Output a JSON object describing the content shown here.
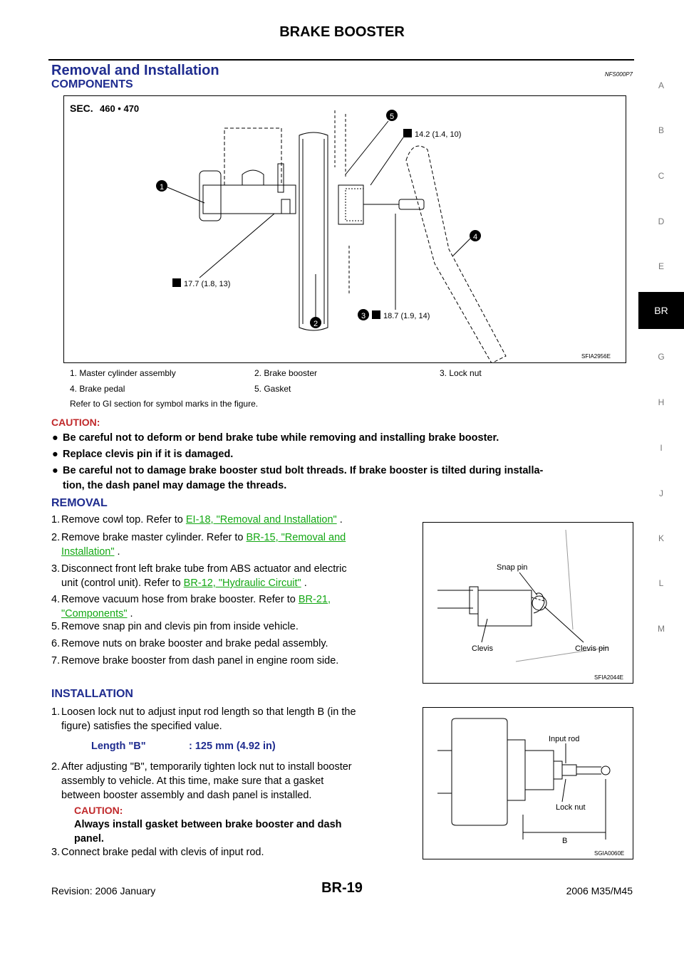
{
  "header": {
    "title": "BRAKE BOOSTER"
  },
  "section": {
    "title": "Removal and Installation",
    "code": "NFS000P7",
    "subtitle": "COMPONENTS"
  },
  "figure1": {
    "sec": "SEC.",
    "sec_num": "460 • 470",
    "code": "SFIA2956E",
    "callouts": [
      "1",
      "2",
      "3",
      "4",
      "5"
    ],
    "torque1": "14.2 (1.4, 10)",
    "torque2": "17.7 (1.8, 13)",
    "torque3": "18.7 (1.9, 14)"
  },
  "legend": {
    "item1": "1.   Master cylinder assembly",
    "item2": "2.   Brake booster",
    "item3": "3.   Lock nut",
    "item4": "4.   Brake pedal",
    "item5": "5.   Gasket",
    "note": "Refer to GI section for symbol marks in the figure."
  },
  "caution": {
    "label": "CAUTION:",
    "b1": "Be careful not to deform or bend brake tube while removing and installing brake booster.",
    "b2": "Replace clevis pin if it is damaged.",
    "b3a": "Be careful not to damage brake booster stud bolt threads. If brake booster is tilted during installa-",
    "b3b": "tion, the dash panel may damage the threads."
  },
  "removal": {
    "title": "REMOVAL",
    "s1_num": "1.",
    "s1": "Remove cowl top. Refer to ",
    "s1_link": "EI-18, \"Removal and Installation\"",
    "s1_end": " .",
    "s2_num": "2.",
    "s2": "Remove brake master cylinder. Refer to ",
    "s2_link": "BR-15, \"Removal and",
    "s2_link2": "Installation\"",
    "s2_end": " .",
    "s3_num": "3.",
    "s3a": "Disconnect front left brake tube from ABS actuator and electric",
    "s3b": "unit (control unit). Refer to ",
    "s3_link": "BR-12, \"Hydraulic Circuit\"",
    "s3_end": " .",
    "s4_num": "4.",
    "s4": "Remove vacuum hose from brake booster. Refer to ",
    "s4_link": "BR-21,",
    "s4_link2": "\"Components\"",
    "s4_end": " .",
    "s5_num": "5.",
    "s5": "Remove snap pin and clevis pin from inside vehicle.",
    "s6_num": "6.",
    "s6": "Remove nuts on brake booster and brake pedal assembly.",
    "s7_num": "7.",
    "s7": "Remove brake booster from dash panel in engine room side."
  },
  "figure2": {
    "snap_pin": "Snap pin",
    "clevis": "Clevis",
    "clevis_pin": "Clevis pin",
    "code": "SFIA2044E"
  },
  "installation": {
    "title": "INSTALLATION",
    "s1_num": "1.",
    "s1a": "Loosen lock nut to adjust input rod length so that length B (in the",
    "s1b": "figure) satisfies the specified value.",
    "spec_label": "Length \"B\"",
    "spec_value": ": 125 mm (4.92 in)",
    "s2_num": "2.",
    "s2a": "After adjusting \"B\", temporarily tighten lock nut to install booster",
    "s2b": "assembly to vehicle. At this time, make sure that a gasket",
    "s2c": "between booster assembly and dash panel is installed.",
    "caution_label": "CAUTION:",
    "caution_a": "Always install gasket between brake booster and dash",
    "caution_b": "panel.",
    "s3_num": "3.",
    "s3": "Connect brake pedal with clevis of input rod."
  },
  "figure3": {
    "input_rod": "Input rod",
    "lock_nut": "Lock nut",
    "b": "B",
    "code": "SGIA0060E"
  },
  "tabs": [
    "A",
    "B",
    "C",
    "D",
    "E",
    "BR",
    "G",
    "H",
    "I",
    "J",
    "K",
    "L",
    "M"
  ],
  "active_tab": "BR",
  "footer": {
    "revision": "Revision: 2006 January",
    "page": "BR-19",
    "model": "2006 M35/M45"
  }
}
